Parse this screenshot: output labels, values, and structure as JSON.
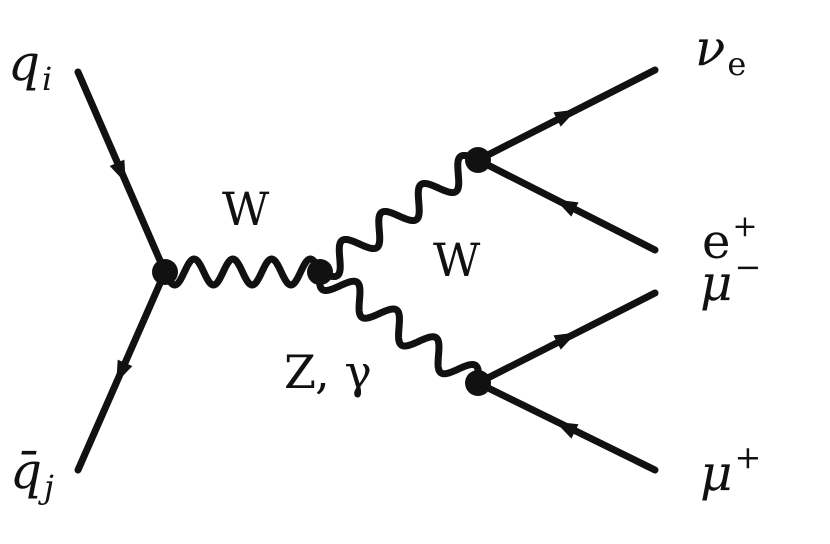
{
  "particles": {
    "quark_in": {
      "symbol": "q",
      "sub": "i"
    },
    "antiquark_in": {
      "symbol": "q̄",
      "sub": "j"
    },
    "neutrino": {
      "symbol": "ν",
      "sub": "e"
    },
    "positron": {
      "symbol": "e",
      "sup": "+"
    },
    "muon_minus": {
      "symbol": "μ",
      "sup": "−"
    },
    "muon_plus": {
      "symbol": "μ",
      "sup": "+"
    }
  },
  "propagators": {
    "w_left": "W",
    "w_upper": "W",
    "z_gamma": "Z, γ"
  }
}
